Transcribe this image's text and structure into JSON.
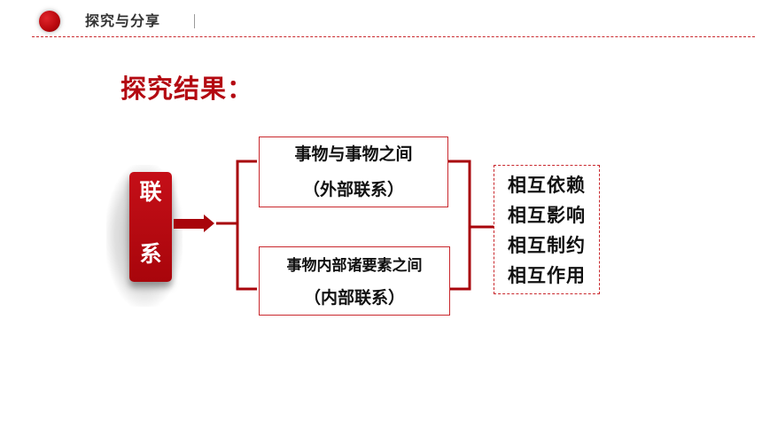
{
  "header": {
    "title": "探究与分享"
  },
  "section": {
    "title": "探究结果："
  },
  "concept": {
    "char1": "联",
    "char2": "系"
  },
  "boxes": {
    "top": {
      "line1": "事物与事物之间",
      "line2": "（外部联系）"
    },
    "bottom": {
      "line1": "事物内部诸要素之间",
      "line2": "（内部联系）"
    }
  },
  "results": [
    "相互依赖",
    "相互影响",
    "相互制约",
    "相互作用"
  ],
  "colors": {
    "accent": "#b40a12",
    "line": "#c9282d"
  }
}
